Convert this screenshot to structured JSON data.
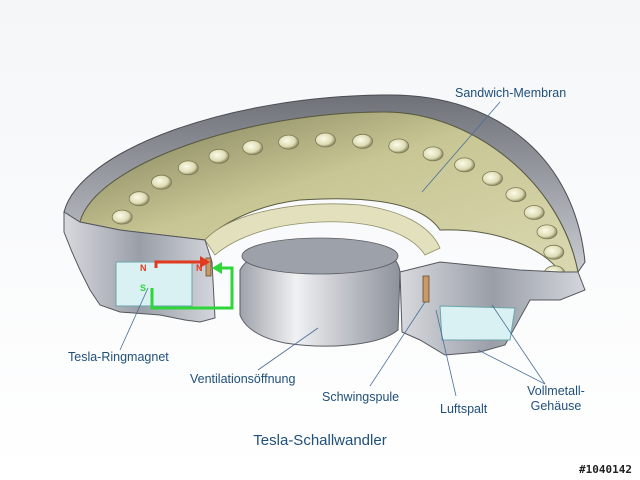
{
  "labels": {
    "membrane": "Sandwich-Membran",
    "magnet": "Tesla-Ringmagnet",
    "vent": "Ventilationsöffnung",
    "coil": "Schwingspule",
    "gap": "Luftspalt",
    "housing_line1": "Vollmetall-",
    "housing_line2": "Gehäuse"
  },
  "caption": "Tesla-Schallwandler",
  "image_code": "#1040142",
  "poles": {
    "n1": "N",
    "n2": "N",
    "s": "S"
  },
  "colors": {
    "label_text": "#1f4f7a",
    "membrane": "#c8c694",
    "metal": "#b8bcc4",
    "magnet": "#d9f1f3",
    "flux_red": "#e23a1e",
    "flux_green": "#2fd63a"
  }
}
